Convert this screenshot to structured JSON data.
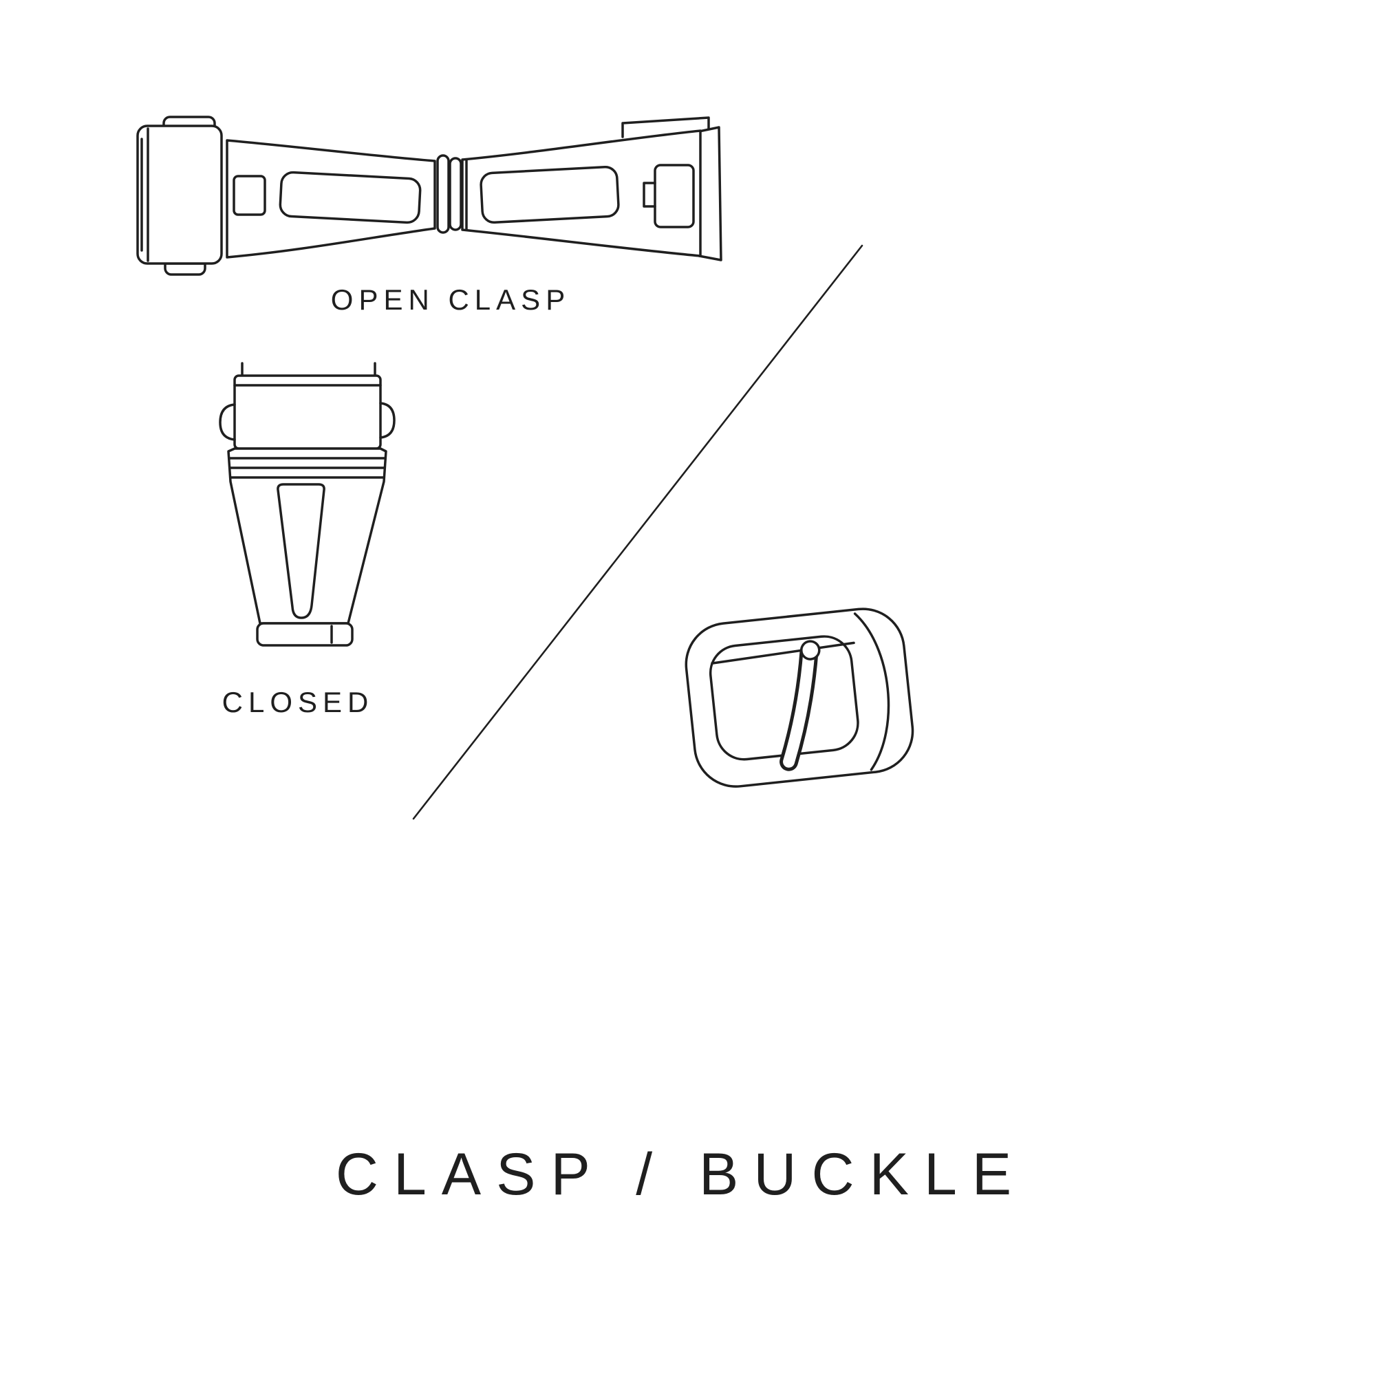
{
  "title": "CLASP / BUCKLE",
  "labels": {
    "open_clasp": "OPEN CLASP",
    "closed_clasp": "CLOSED"
  },
  "figures": {
    "open_clasp": "line drawing of an open deployant watch clasp",
    "closed_clasp": "line drawing of a closed watch clasp",
    "buckle": "line drawing of a tang watch buckle"
  },
  "colors": {
    "background": "#ffffff",
    "ink": "#1f1f1f"
  }
}
